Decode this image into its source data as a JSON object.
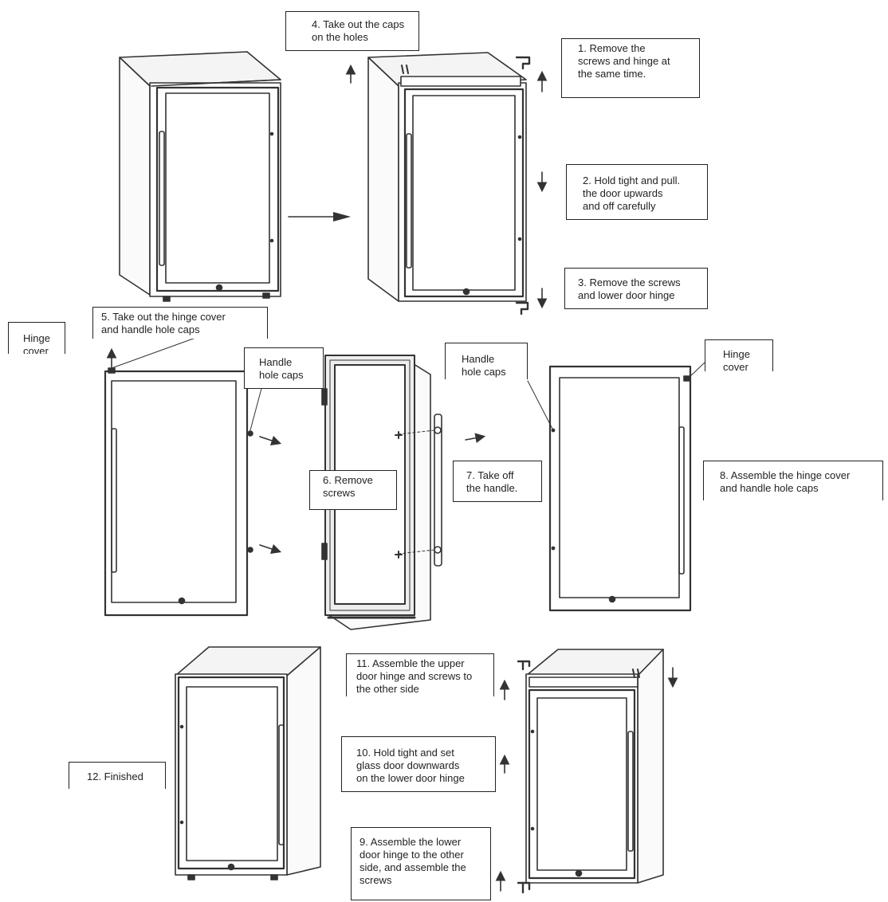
{
  "steps": {
    "s1": "1. Remove the\nscrews and hinge at\nthe same time.",
    "s2": "2. Hold tight and pull.\nthe door upwards\nand off carefully",
    "s3": "3. Remove the screws\nand lower door hinge",
    "s4": "4. Take out the caps\non the holes",
    "s5": "5. Take out the hinge cover\nand handle hole caps",
    "s6": "6. Remove\nscrews",
    "s7": "7. Take off\nthe handle.",
    "s8": "8. Assemble the hinge cover\nand handle hole caps",
    "s9": "9. Assemble the lower\ndoor hinge to the other\nside, and assemble the\nscrews",
    "s10": "10. Hold tight and set\nglass door downwards\non the lower door hinge",
    "s11": "11. Assemble the upper\ndoor hinge and screws to\nthe other side",
    "s12": "12. Finished"
  },
  "labels": {
    "hinge_cover_left": "Hinge\ncover",
    "handle_caps_1": "Handle\nhole caps",
    "handle_caps_2": "Handle\nhole caps",
    "hinge_cover_right": "Hinge\ncover"
  }
}
